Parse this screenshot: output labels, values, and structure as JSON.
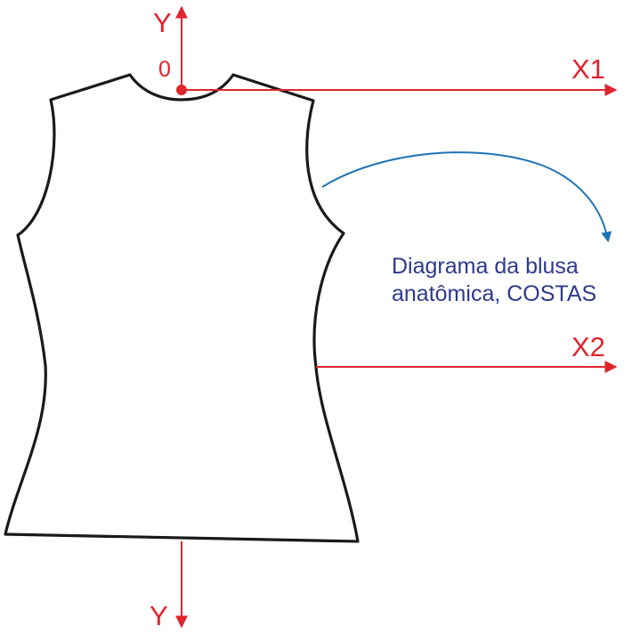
{
  "axes": {
    "y_top_label": "Y",
    "y_bottom_label": "Y",
    "origin_label": "0",
    "x1_label": "X1",
    "x2_label": "X2"
  },
  "caption": {
    "line1": "Diagrama da blusa",
    "line2": "anatômica, COSTAS"
  },
  "colors": {
    "axis": "#e0242d",
    "outline": "#1a1a1a",
    "caption": "#2e3a8c",
    "arrow": "#1e73b5"
  }
}
